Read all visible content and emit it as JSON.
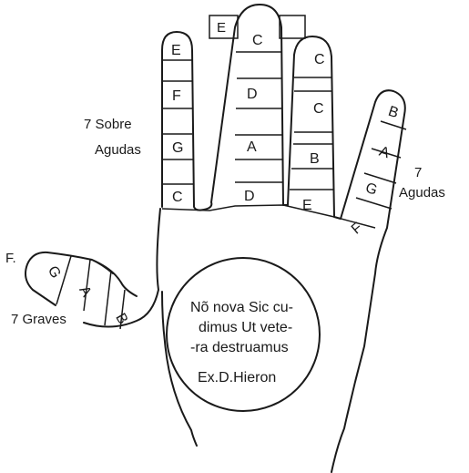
{
  "top_box": "E",
  "fingers": {
    "little": [
      "B",
      "A",
      "G",
      "F"
    ],
    "ring": [
      "C",
      "C",
      "B",
      "E"
    ],
    "middle": [
      "C",
      "D",
      "A",
      "D"
    ],
    "index": [
      "E",
      "F",
      "G",
      "C"
    ],
    "thumb": [
      "G",
      "A",
      "B"
    ]
  },
  "labels": {
    "sobre_1": "7 Sobre",
    "sobre_2": "Agudas",
    "agudas_1": "7",
    "agudas_2": "Agudas",
    "graves": "7 Graves",
    "f_mark": "F."
  },
  "seal": {
    "line1": "Nõ nova Sic cu-",
    "line2": "dimus Ut vete-",
    "line3": "-ra destruamus",
    "line4": "Ex.D.Hieron"
  }
}
